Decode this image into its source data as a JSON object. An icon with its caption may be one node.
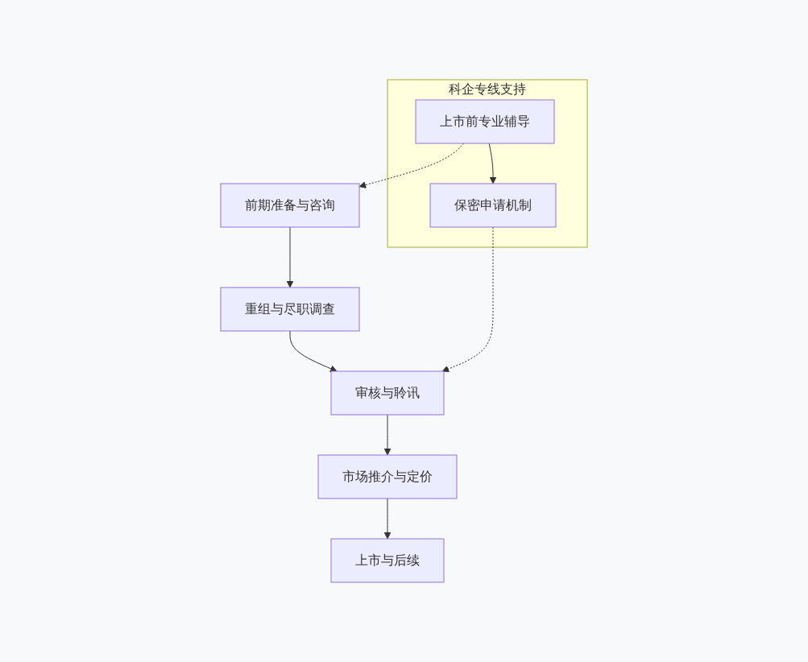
{
  "diagram": {
    "nodes": [
      {
        "text": [
          "科企专线支持"
        ]
      },
      {
        "text": [
          "上市前专业辅导"
        ],
        "in": 0
      },
      {
        "text": [
          "保密申请机制"
        ],
        "in": 0
      },
      {
        "text": [
          "前期准备与咨询"
        ]
      },
      {
        "text": [
          "重组与尽职调查"
        ]
      },
      {
        "text": [
          "审核与聆讯"
        ]
      },
      {
        "text": [
          "市场推介与定价"
        ]
      },
      {
        "text": [
          "上市与后续"
        ]
      }
    ],
    "edges": [
      {
        "from": 3,
        "to": 4,
        "arrow": "to"
      },
      {
        "from": 4,
        "to": 5,
        "arrow": "to"
      },
      {
        "from": 5,
        "to": 6,
        "arrow": "to"
      },
      {
        "from": 6,
        "to": 7,
        "arrow": "to"
      },
      {
        "from": 1,
        "to": 3,
        "arrow": "to",
        "style": "dashed"
      },
      {
        "from": 1,
        "to": 2,
        "arrow": "to"
      },
      {
        "from": 2,
        "to": 5,
        "arrow": "to",
        "style": "dashed"
      }
    ]
  }
}
